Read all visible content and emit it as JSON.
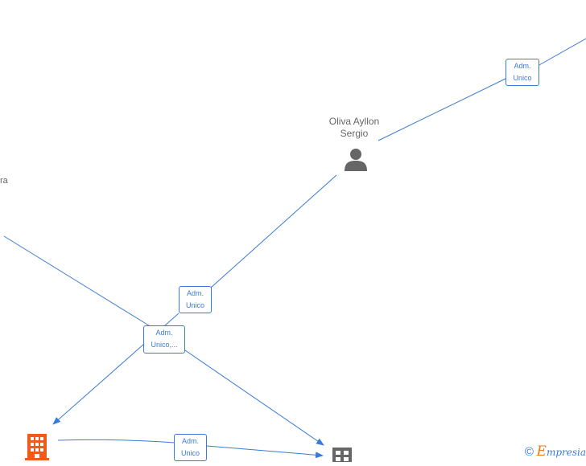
{
  "nodes": {
    "person_main": {
      "name_line1": "Oliva Ayllon",
      "name_line2": "Sergio"
    },
    "offscreen_left": {
      "text_fragment": "ra"
    }
  },
  "edges": {
    "top_right": {
      "line1": "Adm.",
      "line2": "Unico"
    },
    "person_to_company": {
      "line1": "Adm.",
      "line2": "Unico"
    },
    "left_to_company": {
      "line1": "Adm.",
      "line2": "Unico,..."
    },
    "bottom": {
      "line1": "Adm.",
      "line2": "Unico"
    }
  },
  "colors": {
    "edge": "#3a7bd5",
    "person_icon": "#666666",
    "company_highlight": "#f05a1e",
    "company_gray": "#666666"
  },
  "watermark": {
    "copyright": "©",
    "brand_initial": "E",
    "brand_rest": "mpresia"
  }
}
